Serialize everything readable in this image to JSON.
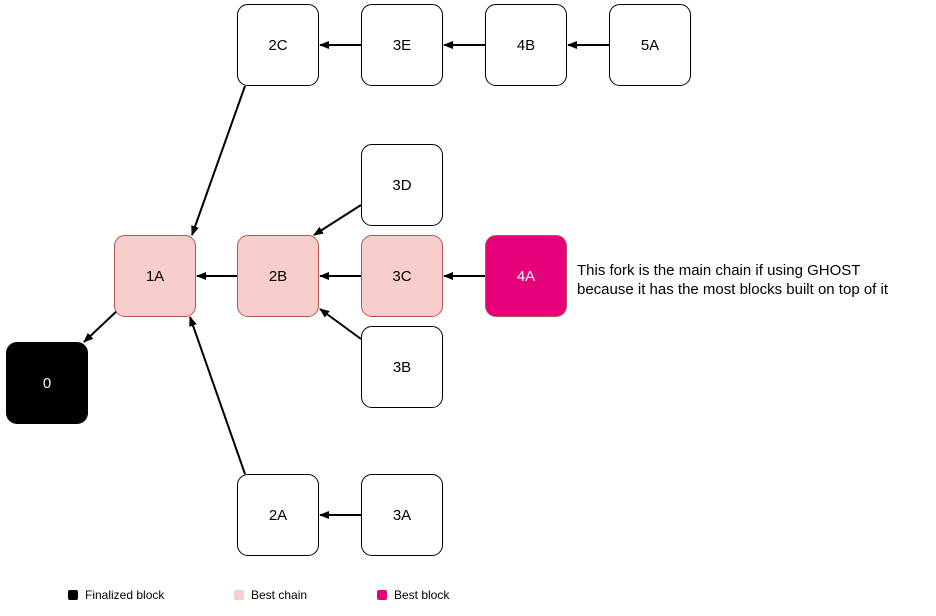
{
  "colors": {
    "finalized": "#000000",
    "best_chain": "#f8cecc",
    "best_chain_border": "#b85450",
    "best_block": "#e6007a",
    "default_fill": "#ffffff",
    "edge": "#000000"
  },
  "blocks": [
    {
      "id": "0",
      "label": "0",
      "kind": "finalized"
    },
    {
      "id": "1A",
      "label": "1A",
      "kind": "best-chain"
    },
    {
      "id": "2A",
      "label": "2A",
      "kind": "default"
    },
    {
      "id": "2B",
      "label": "2B",
      "kind": "best-chain"
    },
    {
      "id": "2C",
      "label": "2C",
      "kind": "default"
    },
    {
      "id": "3A",
      "label": "3A",
      "kind": "default"
    },
    {
      "id": "3B",
      "label": "3B",
      "kind": "default"
    },
    {
      "id": "3C",
      "label": "3C",
      "kind": "best-chain"
    },
    {
      "id": "3D",
      "label": "3D",
      "kind": "default"
    },
    {
      "id": "3E",
      "label": "3E",
      "kind": "default"
    },
    {
      "id": "4A",
      "label": "4A",
      "kind": "best-block"
    },
    {
      "id": "4B",
      "label": "4B",
      "kind": "default"
    },
    {
      "id": "5A",
      "label": "5A",
      "kind": "default"
    }
  ],
  "edges": [
    {
      "from": "1A",
      "to": "0"
    },
    {
      "from": "2C",
      "to": "1A"
    },
    {
      "from": "2B",
      "to": "1A"
    },
    {
      "from": "2A",
      "to": "1A"
    },
    {
      "from": "3E",
      "to": "2C"
    },
    {
      "from": "4B",
      "to": "3E"
    },
    {
      "from": "5A",
      "to": "4B"
    },
    {
      "from": "3D",
      "to": "2B"
    },
    {
      "from": "3C",
      "to": "2B"
    },
    {
      "from": "3B",
      "to": "2B"
    },
    {
      "from": "4A",
      "to": "3C"
    },
    {
      "from": "3A",
      "to": "2A"
    }
  ],
  "annotation": {
    "line1": "This fork is the main chain if using GHOST",
    "line2": "because it has the most blocks built on top of it"
  },
  "legend": {
    "finalized": "Finalized block",
    "best_chain": "Best chain",
    "best_block": "Best block"
  }
}
